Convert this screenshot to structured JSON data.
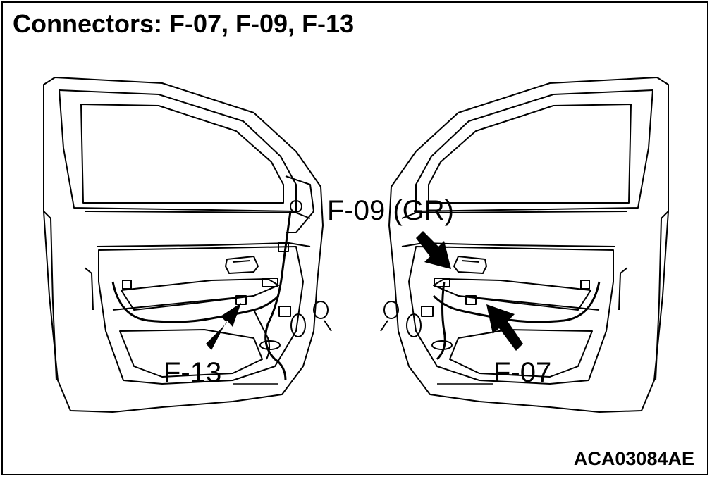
{
  "title": "Connectors: F-07, F-09, F-13",
  "figure_id": "ACA03084AE",
  "callouts": {
    "f13": "F-13",
    "f09": "F-09 (GR)",
    "f07": "F-07"
  },
  "icons": {
    "left_door": "front-left-door-trim-icon",
    "right_door": "front-right-door-trim-icon",
    "arrow": "pointer-arrow-icon"
  }
}
